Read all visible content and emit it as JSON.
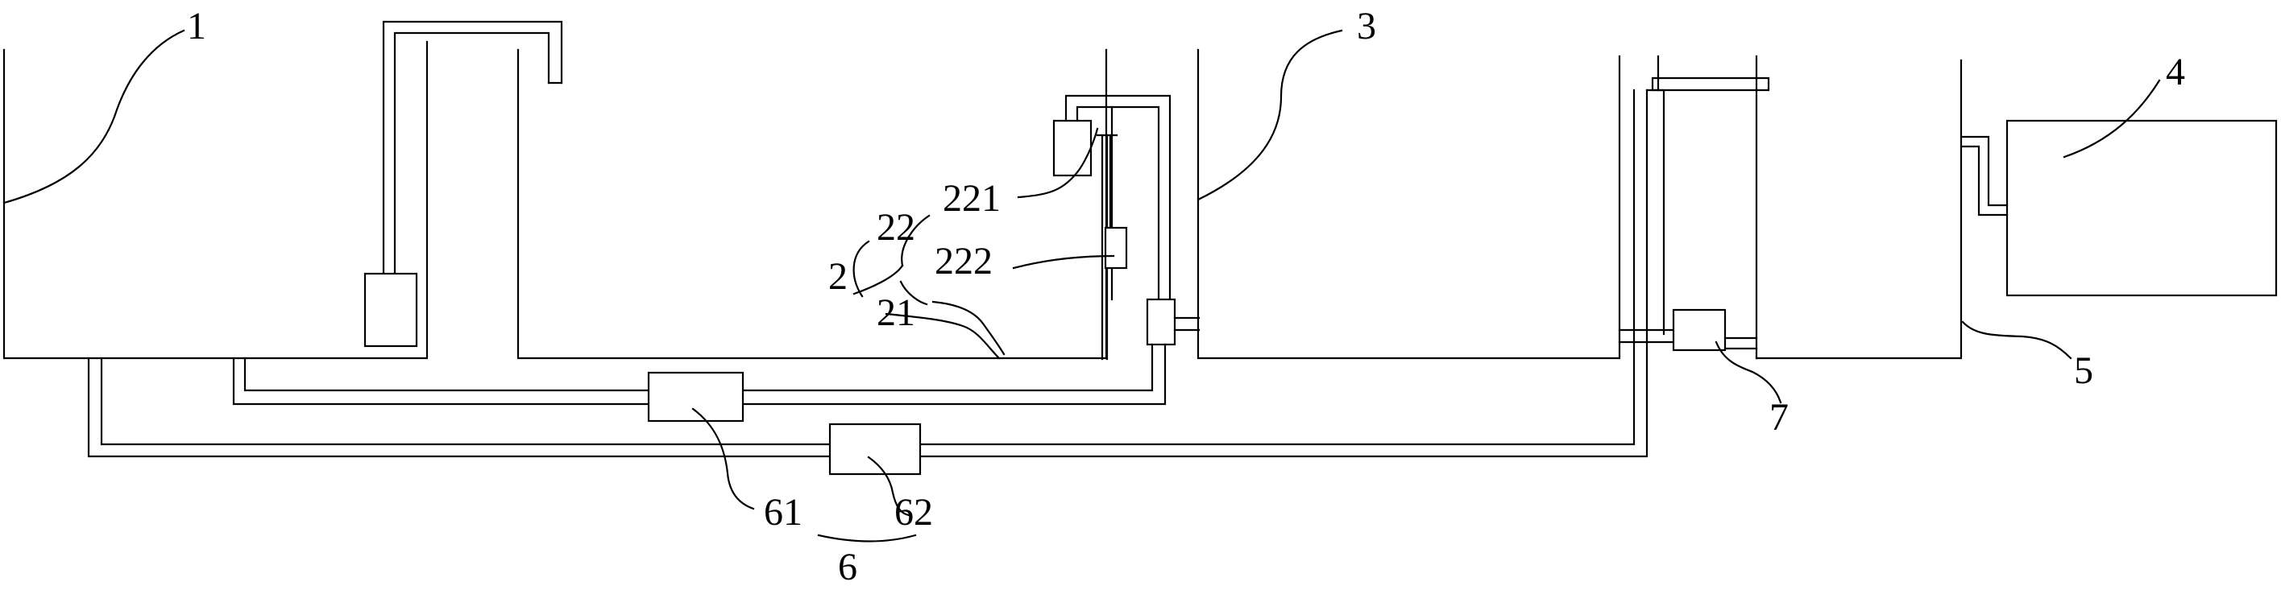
{
  "labels": {
    "l1": "1",
    "l2": "2",
    "l3": "3",
    "l4": "4",
    "l5": "5",
    "l6": "6",
    "l7": "7",
    "l21": "21",
    "l22": "22",
    "l221": "221",
    "l222": "222",
    "l61": "61",
    "l62": "62"
  }
}
